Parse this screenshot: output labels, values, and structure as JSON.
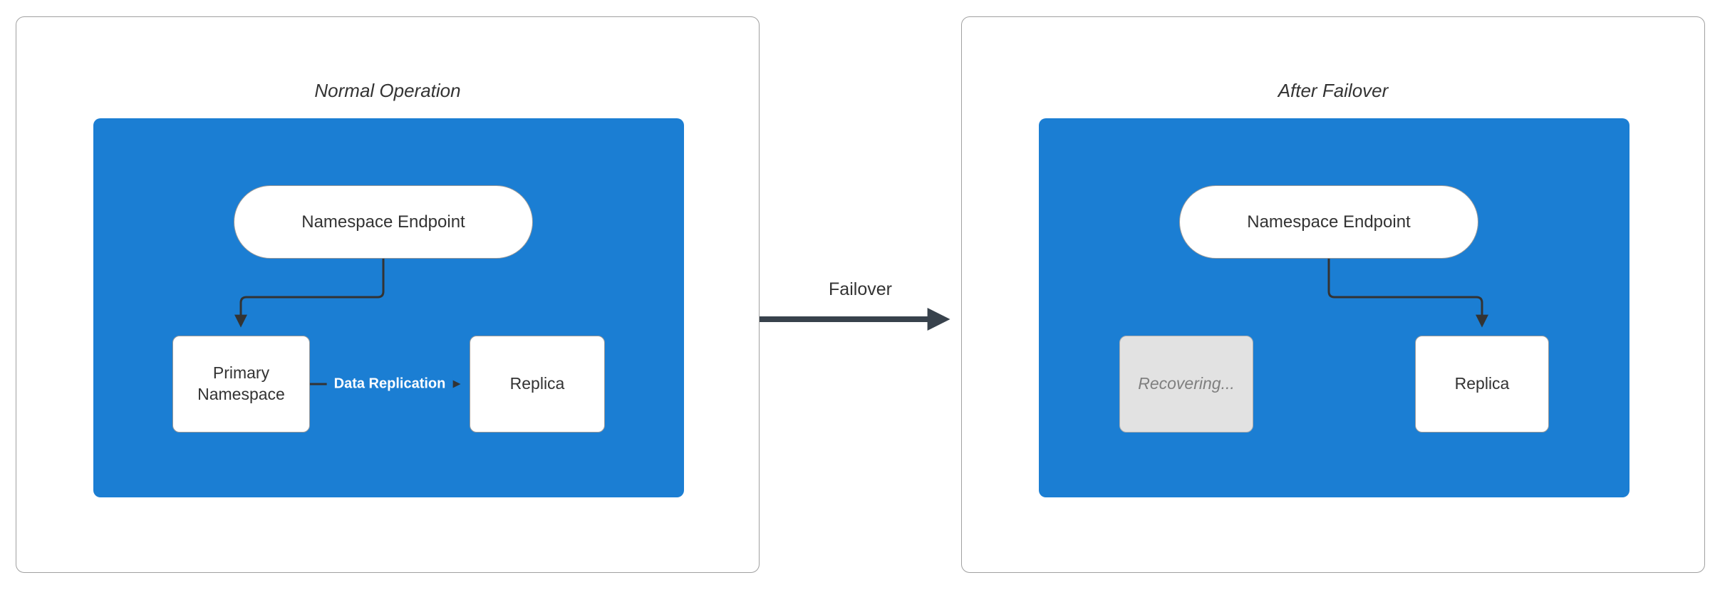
{
  "colors": {
    "blue": "#1b7ed3",
    "panel_border": "#a0a0a0",
    "node_border": "#999999",
    "arrow_inner": "#333333",
    "arrow_dark": "#38424c",
    "text_dark": "#333333",
    "recovering_bg": "#e2e2e2",
    "recovering_border": "#adadad",
    "recovering_text": "#7f7f7f"
  },
  "left_panel": {
    "title": "Normal Operation",
    "endpoint_label": "Namespace Endpoint",
    "primary_label": "Primary Namespace",
    "replication_label": "Data Replication",
    "replica_label": "Replica"
  },
  "failover": {
    "label": "Failover"
  },
  "right_panel": {
    "title": "After Failover",
    "endpoint_label": "Namespace Endpoint",
    "recovering_label": "Recovering...",
    "replica_label": "Replica"
  }
}
